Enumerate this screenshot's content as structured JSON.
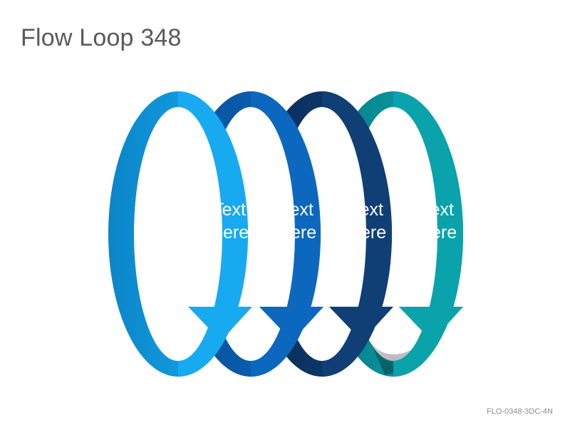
{
  "title": "Flow Loop 348",
  "footer_code": "FLO-0348-3DC-4N",
  "loops": [
    {
      "label_line1": "Text",
      "label_line2": "Here",
      "color": "#18a5e8",
      "dark": "#0a7fc0",
      "back": "#0b6aa8"
    },
    {
      "label_line1": "Text",
      "label_line2": "Here",
      "color": "#0b63b8",
      "dark": "#074a8e",
      "back": "#053a72"
    },
    {
      "label_line1": "Text",
      "label_line2": "Here",
      "color": "#0e3a6c",
      "dark": "#092a52",
      "back": "#061d3a"
    },
    {
      "label_line1": "Text",
      "label_line2": "Here",
      "color": "#0a9ea8",
      "dark": "#087c85",
      "back": "#05626a"
    }
  ]
}
